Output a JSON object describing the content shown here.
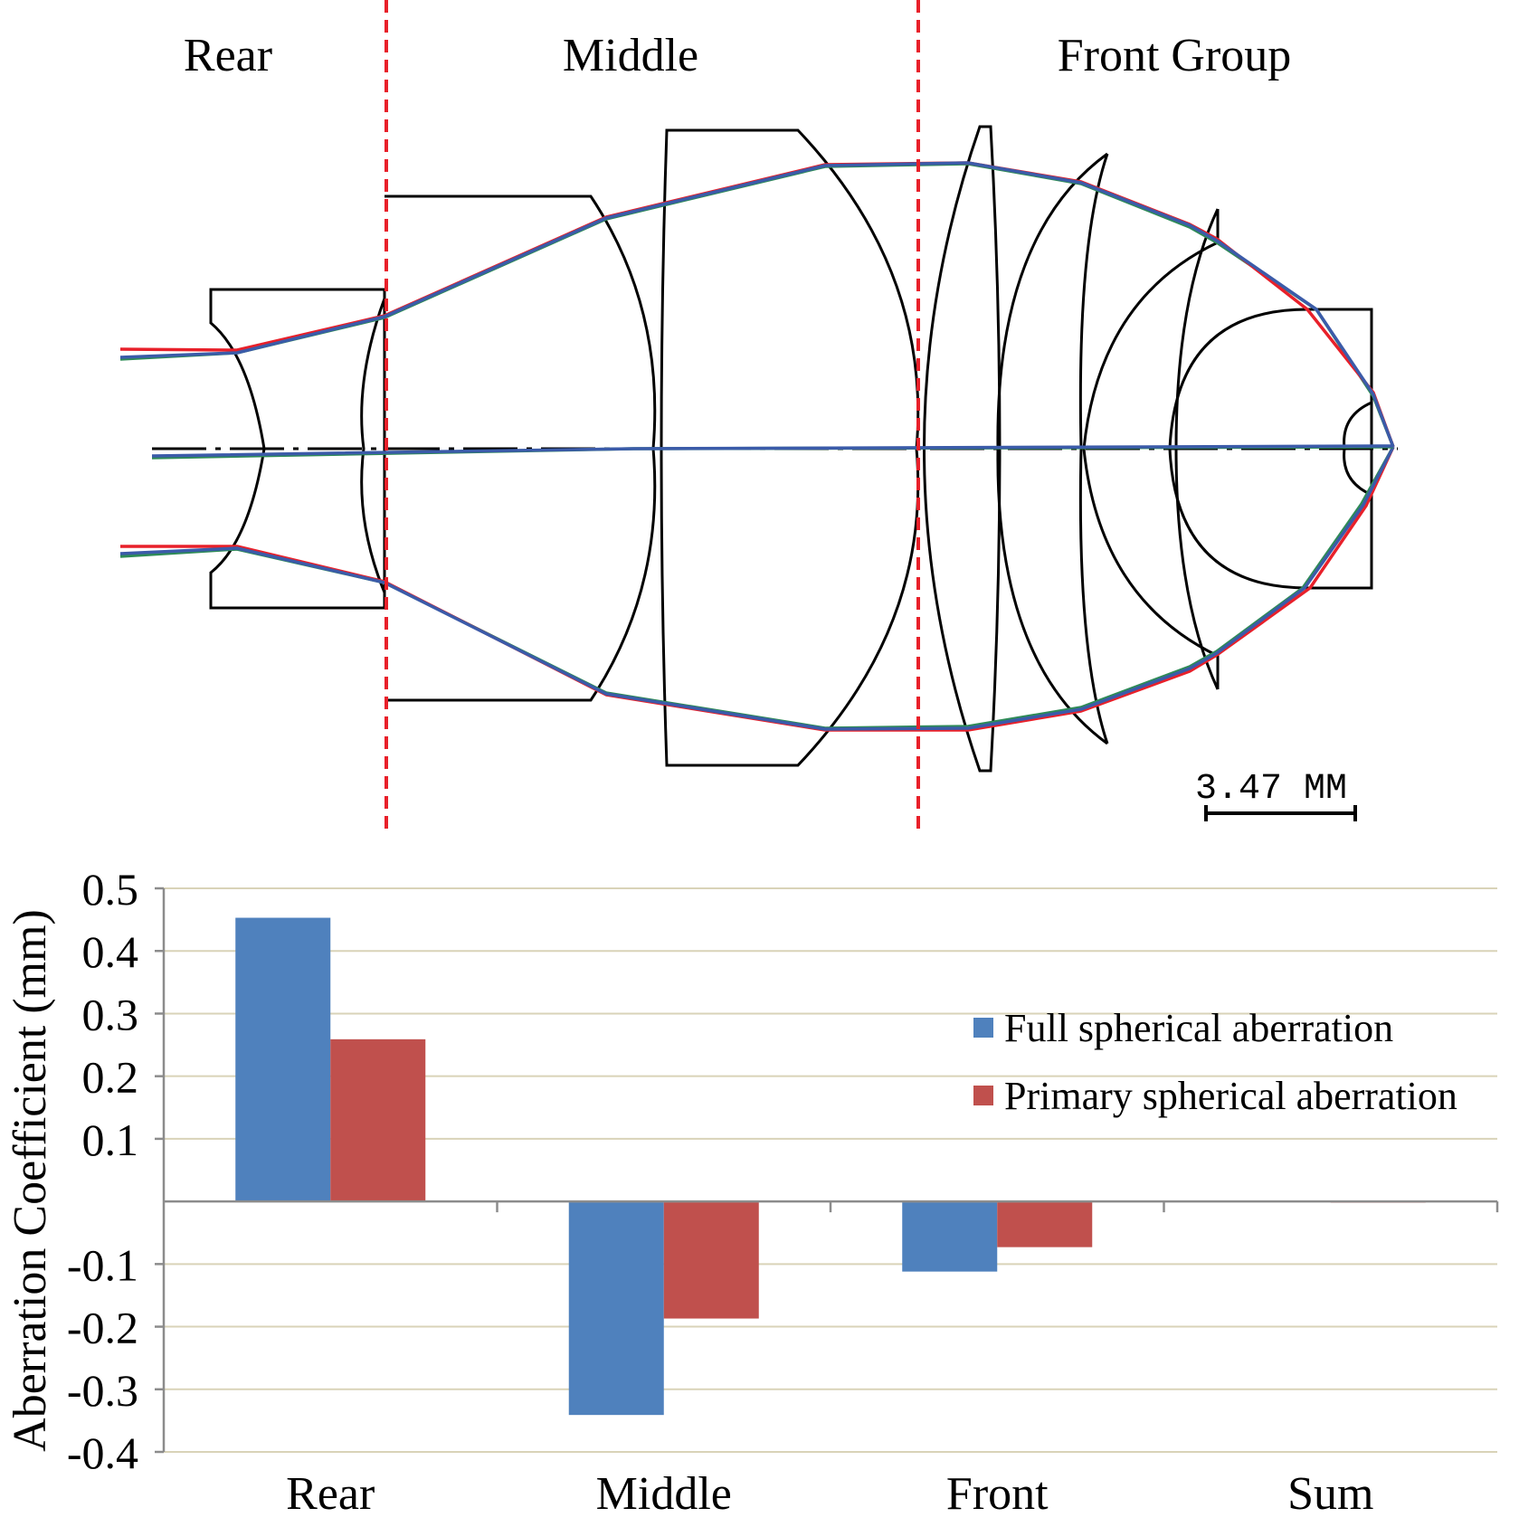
{
  "lens_diagram": {
    "group_labels": [
      "Rear",
      "Middle",
      "Front Group"
    ],
    "scale_bar_label": "3.47 MM"
  },
  "colors": {
    "full_series": "#4F81BD",
    "primary_series": "#C0504D",
    "gridline": "#D9D3B8",
    "group_divider": "#E8202A",
    "ray_blue": "#3B5BA9",
    "ray_red": "#E8202A",
    "ray_green": "#2E8B57"
  },
  "chart_data": {
    "type": "bar",
    "categories": [
      "Rear",
      "Middle",
      "Front",
      "Sum"
    ],
    "series": [
      {
        "name": "Full spherical aberration",
        "values": [
          0.453,
          -0.341,
          -0.112,
          0.0
        ]
      },
      {
        "name": "Primary spherical aberration",
        "values": [
          0.259,
          -0.187,
          -0.073,
          -0.002
        ]
      }
    ],
    "ylabel": "Aberration Coefficient (mm)",
    "ylim": [
      -0.4,
      0.5
    ],
    "yticks": [
      0.5,
      0.4,
      0.3,
      0.2,
      0.1,
      -0.1,
      -0.2,
      -0.3,
      -0.4
    ],
    "grid": true,
    "legend_position": "right"
  }
}
